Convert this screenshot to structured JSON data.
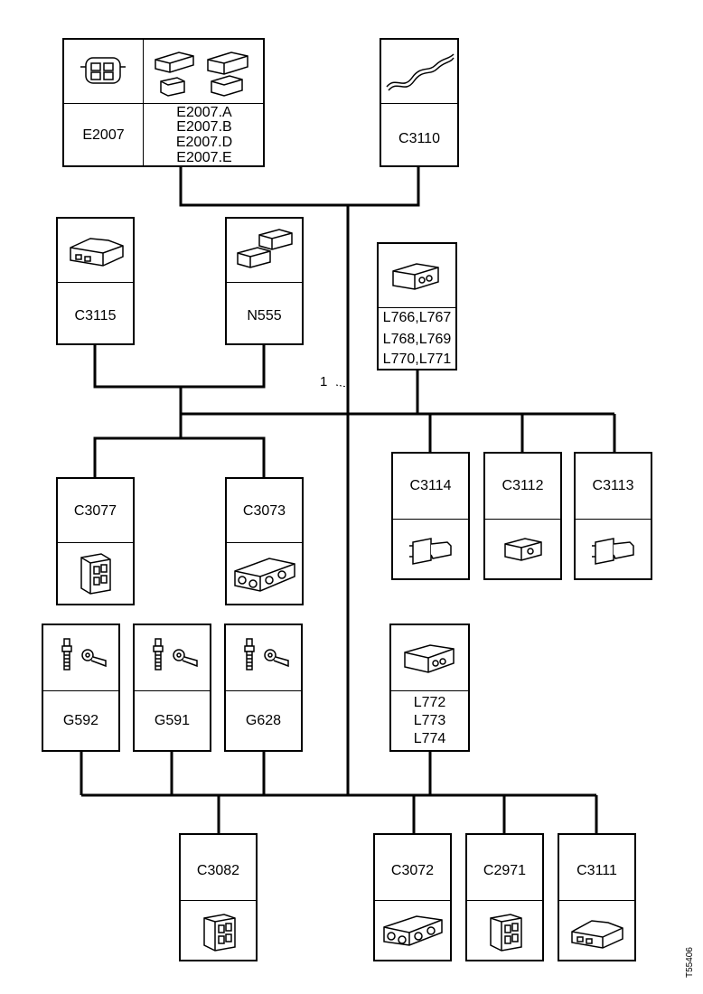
{
  "connectors": {
    "E2007": "E2007",
    "E2007_sub": [
      "E2007.A",
      "E2007.B",
      "E2007.D",
      "E2007.E"
    ],
    "C3110": "C3110",
    "C3115": "C3115",
    "N555": "N555",
    "L766_group": [
      "L766,L767",
      "L768,L769",
      "L770,L771"
    ],
    "C3077": "C3077",
    "C3073": "C3073",
    "C3114": "C3114",
    "C3112": "C3112",
    "C3113": "C3113",
    "G592": "G592",
    "G591": "G591",
    "G628": "G628",
    "L772_group": [
      "L772",
      "L773",
      "L774"
    ],
    "C3082": "C3082",
    "C3072": "C3072",
    "C2971": "C2971",
    "C3111": "C3111"
  },
  "callout": "1",
  "figure_id": "T55406"
}
